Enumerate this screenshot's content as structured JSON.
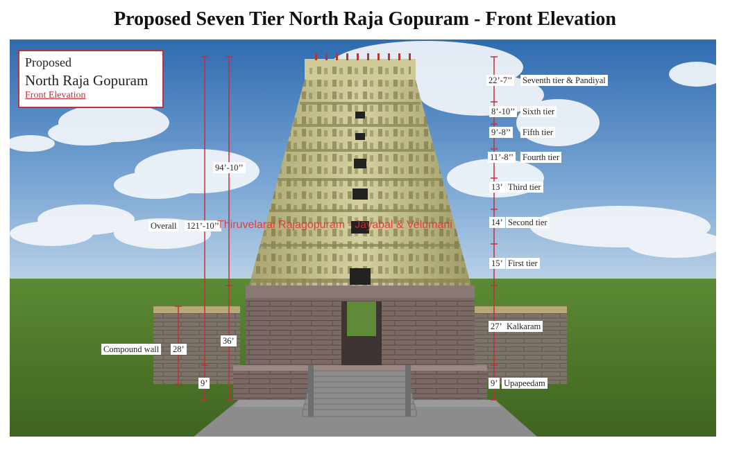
{
  "title": "Proposed Seven Tier North Raja Gopuram - Front Elevation",
  "legend_box": {
    "line1": "Proposed",
    "line2": "North Raja Gopuram",
    "line3": "Front Elevation"
  },
  "watermark": "Thiruvelarai Rajagopuram - Jayabal & Velumani",
  "left_dimensions": {
    "overall_label": "Overall",
    "overall_value": "121’-10’’",
    "tower_value": "94’-10’’",
    "base_value": "36’",
    "compound_wall_label": "Compound wall",
    "compound_wall_value": "28’",
    "step_value": "9’"
  },
  "tiers": [
    {
      "height": "22’-7’’",
      "name": "Seventh tier & Pandiyal"
    },
    {
      "height": "8’-10’’",
      "name": "Sixth tier"
    },
    {
      "height": "9’-8’’",
      "name": "Fifth tier"
    },
    {
      "height": "11’-8’’",
      "name": "Fourth tier"
    },
    {
      "height": "13’",
      "name": "Third tier"
    },
    {
      "height": "14’",
      "name": "Second tier"
    },
    {
      "height": "15’",
      "name": "First tier"
    },
    {
      "height": "27’",
      "name": "Kalkaram"
    },
    {
      "height": "9’",
      "name": "Upapeedam"
    }
  ],
  "colors": {
    "dimension_line": "#c0303a",
    "tower": "#c9c592",
    "base": "#6e5d5a",
    "sky": "#3b74b8",
    "grass": "#4f7a2a"
  }
}
